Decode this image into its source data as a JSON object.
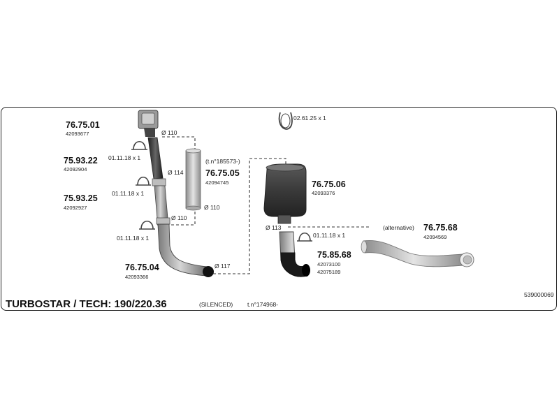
{
  "parts": {
    "p1": {
      "code": "76.75.01",
      "num": "42093677"
    },
    "p2": {
      "code": "75.93.22",
      "num": "42092904"
    },
    "p3": {
      "code": "75.93.25",
      "num": "42092927"
    },
    "p4": {
      "code": "76.75.04",
      "num": "42093366"
    },
    "p5": {
      "code": "76.75.05",
      "num": "42094745"
    },
    "p6": {
      "code": "76.75.06",
      "num": "42093376"
    },
    "p7": {
      "code": "75.85.68",
      "num": "42073100",
      "num2": "42075189"
    },
    "p8": {
      "code": "76.75.68",
      "num": "42094569"
    }
  },
  "clamps": {
    "c1": "01.11.18 x 1",
    "c2": "01.11.18 x 1",
    "c3": "01.11.18 x 1",
    "c4": "01.11.18 x 1",
    "top": "02.61.25 x 1"
  },
  "diameters": {
    "d110_top": "Ø 110",
    "d114": "Ø 114",
    "d110_mid": "Ø 110",
    "d110_right": "Ø 110",
    "d117": "Ø 117",
    "d113": "Ø 113"
  },
  "notes": {
    "tn_185573": "(t.n°185573-)",
    "alternative": "(alternative)",
    "silenced": "(SILENCED)",
    "tn_174968": "t.n°174968-",
    "ref": "539000069"
  },
  "title": "TURBOSTAR / TECH: 190/220.36"
}
